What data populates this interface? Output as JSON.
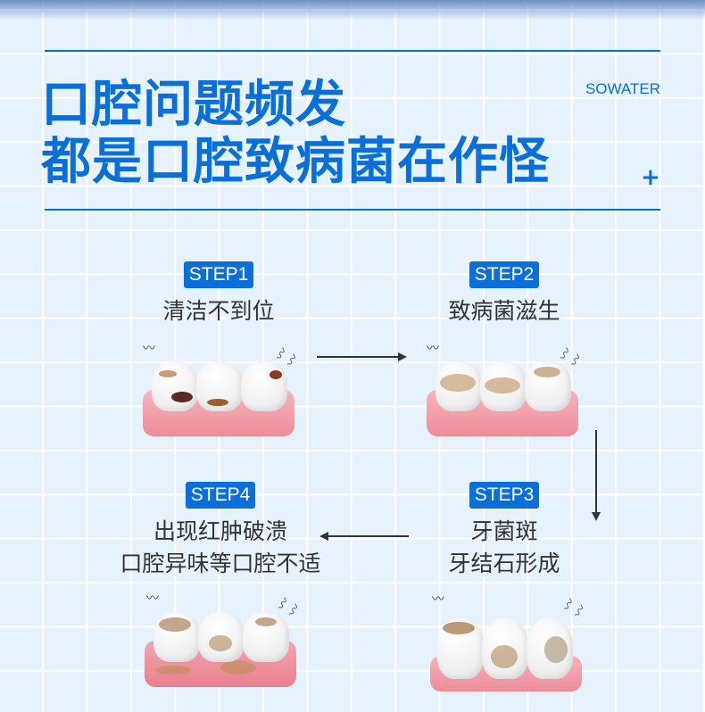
{
  "header": {
    "title_line1": "口腔问题频发",
    "title_line2": "都是口腔致病菌在作怪",
    "brand": "SOWATER",
    "plus": "+"
  },
  "steps": [
    {
      "badge": "STEP1",
      "lines": [
        "清洁不到位"
      ]
    },
    {
      "badge": "STEP2",
      "lines": [
        "致病菌滋生"
      ]
    },
    {
      "badge": "STEP3",
      "lines": [
        "牙菌斑",
        "牙结石形成"
      ]
    },
    {
      "badge": "STEP4",
      "lines": [
        "出现红肿破溃",
        "口腔异味等口腔不适"
      ]
    }
  ],
  "colors": {
    "accent": "#0a6fd8",
    "gum": "#f2a0aa",
    "stain": "#8a4a2a"
  }
}
